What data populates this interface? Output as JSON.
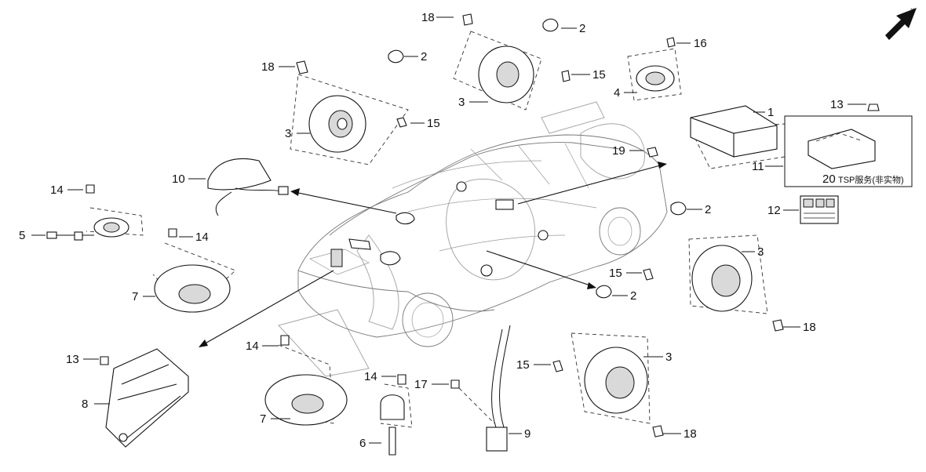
{
  "diagram": {
    "north_arrow_label": "前",
    "labels": {
      "p1": "1",
      "p2a": "2",
      "p2b": "2",
      "p2c": "2",
      "p2d": "2",
      "p3a": "3",
      "p3b": "3",
      "p3c": "3",
      "p3d": "3",
      "p4": "4",
      "p5": "5",
      "p6": "6",
      "p7a": "7",
      "p7b": "7",
      "p8": "8",
      "p9": "9",
      "p10": "10",
      "p11": "11",
      "p12": "12",
      "p13a": "13",
      "p13b": "13",
      "p14a": "14",
      "p14b": "14",
      "p14c": "14",
      "p14d": "14",
      "p15a": "15",
      "p15b": "15",
      "p15c": "15",
      "p15d": "15",
      "p16": "16",
      "p17": "17",
      "p18a": "18",
      "p18b": "18",
      "p18c": "18",
      "p18d": "18",
      "p19": "19",
      "p20": "20"
    },
    "tsp_text": "TSP服务(非实物)"
  },
  "colors": {
    "line": "#111111",
    "car": "#777777",
    "fill_gray": "#d9d9d9"
  }
}
